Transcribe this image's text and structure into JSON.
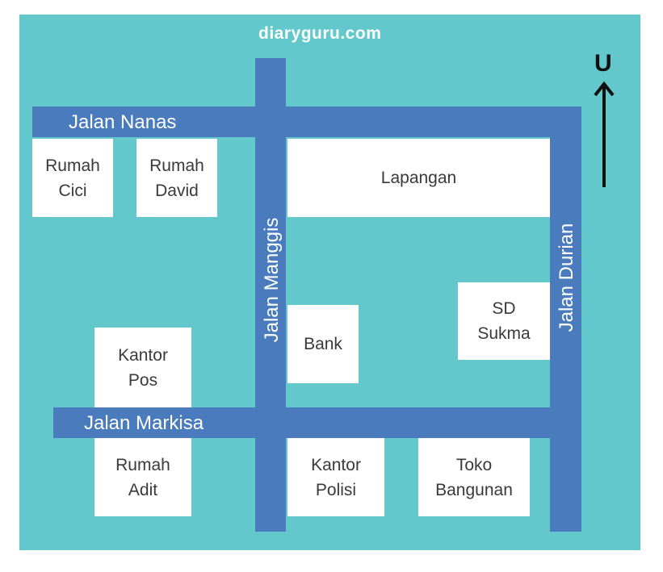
{
  "watermark": "diaryguru.com",
  "compass": {
    "label": "U"
  },
  "roads": {
    "nanas": "Jalan Nanas",
    "markisa": "Jalan Markisa",
    "manggis": "Jalan Manggis",
    "durian": "Jalan Durian"
  },
  "buildings": {
    "rumah_cici": [
      "Rumah",
      "Cici"
    ],
    "rumah_david": [
      "Rumah",
      "David"
    ],
    "lapangan": [
      "Lapangan"
    ],
    "bank": [
      "Bank"
    ],
    "sd_sukma": [
      "SD",
      "Sukma"
    ],
    "kantor_pos": [
      "Kantor",
      "Pos"
    ],
    "rumah_adit": [
      "Rumah",
      "Adit"
    ],
    "kantor_polisi": [
      "Kantor",
      "Polisi"
    ],
    "toko_bangunan": [
      "Toko",
      "Bangunan"
    ]
  },
  "colors": {
    "background": "#62c8cc",
    "road": "#4a7bbd",
    "building": "#ffffff"
  }
}
